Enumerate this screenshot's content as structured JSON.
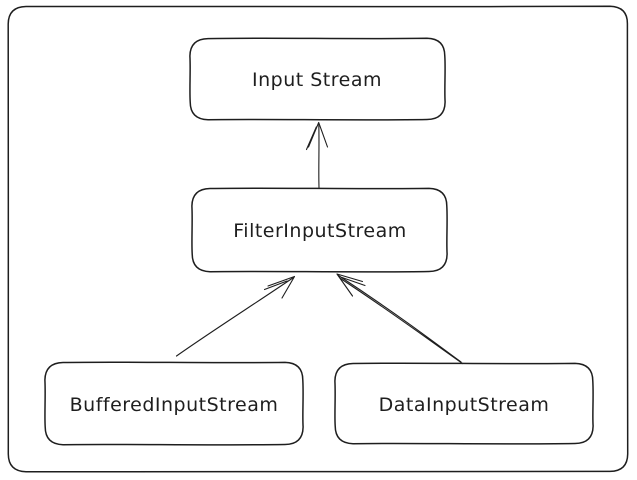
{
  "diagram": {
    "background": "#ffffff",
    "stroke_color": "#1e1e1e",
    "nodes": {
      "input_stream": "Input Stream",
      "filter_input_stream": "FilterInputStream",
      "buffered_input_stream": "BufferedInputStream",
      "data_input_stream": "DataInputStream"
    },
    "edges": [
      {
        "from": "FilterInputStream",
        "to": "Input Stream",
        "type": "arrow-up"
      },
      {
        "from": "BufferedInputStream",
        "to": "FilterInputStream",
        "type": "arrow-up"
      },
      {
        "from": "DataInputStream",
        "to": "FilterInputStream",
        "type": "arrow-up"
      }
    ]
  }
}
